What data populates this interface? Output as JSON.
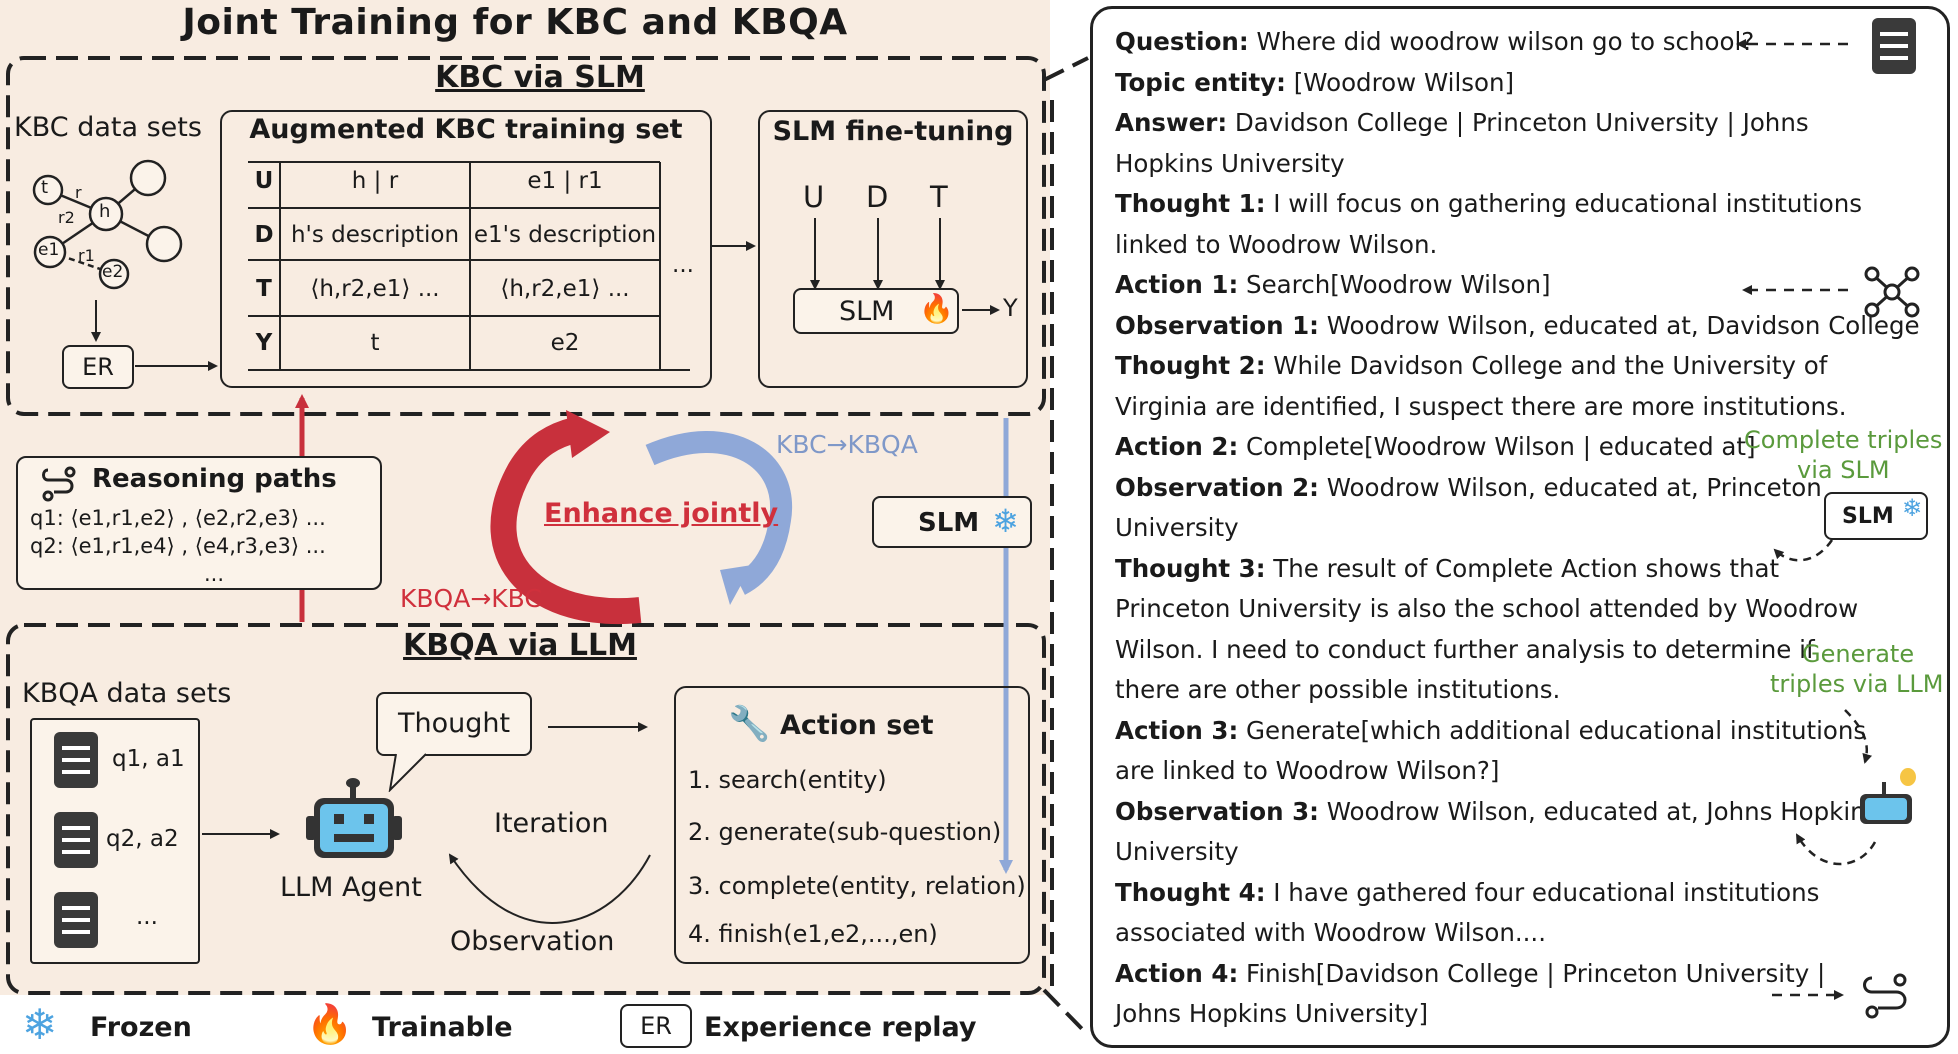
{
  "title": "Joint Training for KBC and KBQA",
  "kbc": {
    "section_title": "KBC via SLM",
    "datasets_label": "KBC data sets",
    "graph_nodes": [
      "t",
      "h",
      "e1",
      "e2"
    ],
    "graph_edges": [
      "r",
      "r2",
      "r1"
    ],
    "er_label": "ER",
    "augmented_title": "Augmented KBC training set",
    "table": {
      "rows": [
        {
          "key": "U",
          "c1": "h | r",
          "c2": "e1 | r1"
        },
        {
          "key": "D",
          "c1": "h's description",
          "c2": "e1's description"
        },
        {
          "key": "T",
          "c1": "⟨h,r2,e1⟩ ...",
          "c2": "⟨h,r2,e1⟩ ..."
        },
        {
          "key": "Y",
          "c1": "t",
          "c2": "e2"
        }
      ],
      "ellipsis": "..."
    },
    "finetune_title": "SLM fine-tuning",
    "finetune_inputs": [
      "U",
      "D",
      "T"
    ],
    "slm_label": "SLM",
    "slm_output": "Y"
  },
  "middle": {
    "reasoning_title": "Reasoning paths",
    "reasoning_lines": [
      "q1: ⟨e1,r1,e2⟩ , ⟨e2,r2,e3⟩ ...",
      "q2: ⟨e1,r1,e4⟩ , ⟨e4,r3,e3⟩ ...",
      "..."
    ],
    "enhance_label": "Enhance jointly",
    "kbc_to_kbqa": "KBC→KBQA",
    "kbqa_to_kbc": "KBQA→KBC",
    "slm_frozen_label": "SLM"
  },
  "kbqa": {
    "section_title": "KBQA via LLM",
    "datasets_label": "KBQA data sets",
    "items": [
      "q1, a1",
      "q2, a2",
      "..."
    ],
    "thought_label": "Thought",
    "agent_label": "LLM Agent",
    "iteration_label": "Iteration",
    "observation_label": "Observation",
    "action_set_title": "Action set",
    "actions": [
      "1. search(entity)",
      "2. generate(sub-question)",
      "3. complete(entity, relation)",
      "4. finish(e1,e2,...,en)"
    ]
  },
  "legend": {
    "frozen": "Frozen",
    "trainable": "Trainable",
    "er": "ER",
    "experience_replay": "Experience replay"
  },
  "trace": [
    {
      "k": "Question:",
      "v": "Where did woodrow wilson go to school?"
    },
    {
      "k": "Topic entity:",
      "v": "[Woodrow Wilson]"
    },
    {
      "k": "Answer:",
      "v": "Davidson College | Princeton University | Johns"
    },
    {
      "k": "",
      "v": "Hopkins University"
    },
    {
      "k": "Thought 1:",
      "v": "I will focus on gathering educational institutions"
    },
    {
      "k": "",
      "v": "linked to Woodrow Wilson."
    },
    {
      "k": "Action 1:",
      "v": "Search[Woodrow Wilson]"
    },
    {
      "k": "Observation 1:",
      "v": "Woodrow Wilson, educated at, Davidson College"
    },
    {
      "k": "Thought 2:",
      "v": "While Davidson College and the University of"
    },
    {
      "k": "",
      "v": "Virginia are identified, I suspect there are more institutions."
    },
    {
      "k": "Action 2:",
      "v": "Complete[Woodrow Wilson | educated at]"
    },
    {
      "k": "Observation 2:",
      "v": "Woodrow Wilson, educated at, Princeton"
    },
    {
      "k": "",
      "v": "University"
    },
    {
      "k": "Thought 3:",
      "v": "The result of Complete Action shows that"
    },
    {
      "k": "",
      "v": "Princeton University is also the school attended by Woodrow"
    },
    {
      "k": "",
      "v": "Wilson. I need to conduct further analysis to determine if"
    },
    {
      "k": "",
      "v": "there are other possible institutions."
    },
    {
      "k": "Action 3:",
      "v": "Generate[which additional educational institutions"
    },
    {
      "k": "",
      "v": "are linked to Woodrow Wilson?]"
    },
    {
      "k": "Observation 3:",
      "v": "Woodrow Wilson, educated at, Johns Hopkins"
    },
    {
      "k": "",
      "v": "University"
    },
    {
      "k": "Thought 4:",
      "v": "I have gathered four educational institutions"
    },
    {
      "k": "",
      "v": "associated with Woodrow Wilson...."
    },
    {
      "k": "Action 4:",
      "v": "Finish[Davidson College | Princeton University |"
    },
    {
      "k": "",
      "v": "Johns Hopkins University]"
    }
  ],
  "annotations": {
    "complete_line1": "Complete triples",
    "complete_line2": "via SLM",
    "generate_line1": "Generate",
    "generate_line2": "triples via LLM",
    "slm_box": "SLM"
  },
  "colors": {
    "red": "#d0303c",
    "blue": "#8fa8d8",
    "green": "#5a9a3c",
    "left_bg": "#f8ece1"
  }
}
